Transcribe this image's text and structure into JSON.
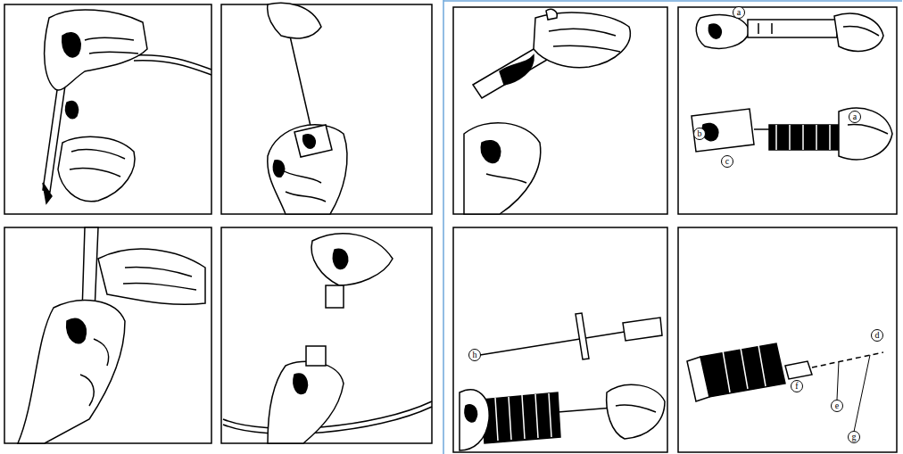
{
  "diagram": {
    "labels": [
      "a",
      "b",
      "a",
      "c",
      "h",
      "d",
      "f",
      "e",
      "g"
    ]
  }
}
